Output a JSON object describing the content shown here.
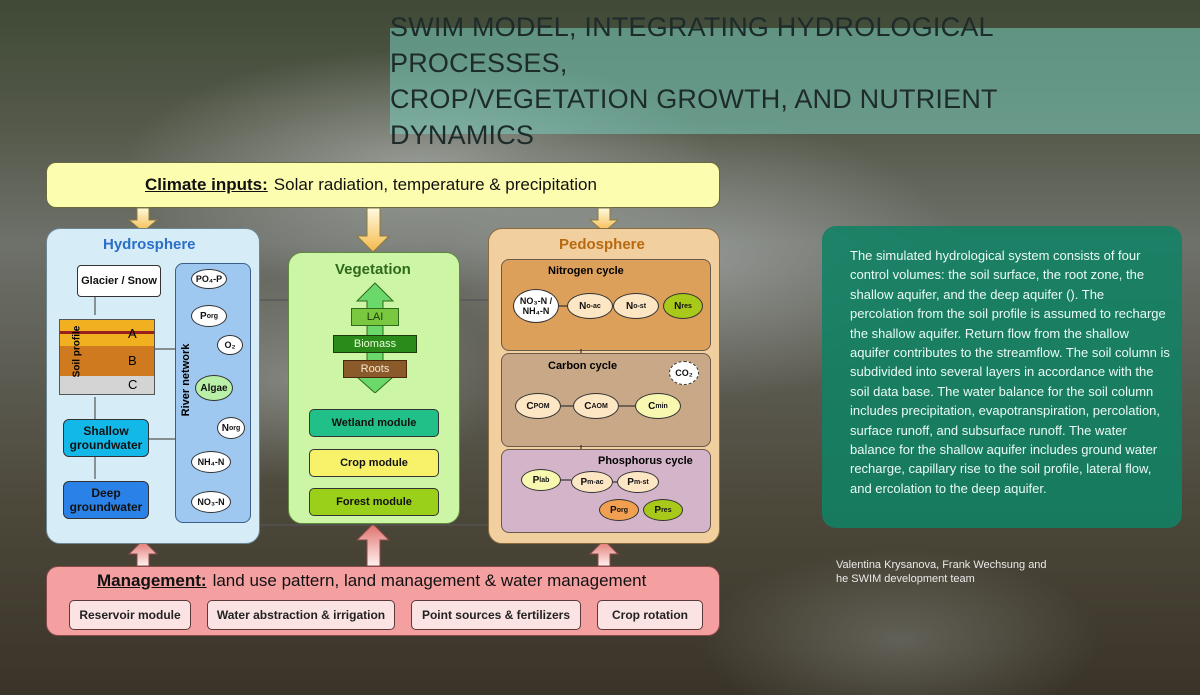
{
  "title": {
    "line1": "SWIM MODEL, INTEGRATING HYDROLOGICAL PROCESSES,",
    "line2": "CROP/VEGETATION GROWTH, AND NUTRIENT DYNAMICS"
  },
  "climate": {
    "label": "Climate inputs:",
    "text": "Solar radiation, temperature & precipitation"
  },
  "hydrosphere": {
    "title": "Hydrosphere",
    "glacier": "Glacier / Snow",
    "soil_profile": "Soil profile",
    "layer_a": "A",
    "layer_b": "B",
    "layer_c": "C",
    "shallow": "Shallow groundwater",
    "deep": "Deep groundwater",
    "river_network": "River network",
    "po4": "PO₄-P",
    "porg": "P",
    "porg_sub": "org",
    "o2": "O₂",
    "algae": "Algae",
    "norg": "N",
    "norg_sub": "org",
    "nh4": "NH₄-N",
    "no3": "NO₃-N"
  },
  "vegetation": {
    "title": "Vegetation",
    "lai": "LAI",
    "biomass": "Biomass",
    "roots": "Roots",
    "wetland": "Wetland module",
    "crop": "Crop module",
    "forest": "Forest module"
  },
  "pedosphere": {
    "title": "Pedosphere",
    "nitrogen_cycle": "Nitrogen cycle",
    "no3_nh4": "NO₃-N / NH₄-N",
    "no_ac": "N",
    "no_ac_sub": "o-ac",
    "no_st": "N",
    "no_st_sub": "o-st",
    "nres": "N",
    "nres_sub": "res",
    "carbon_cycle": "Carbon cycle",
    "co2": "CO₂",
    "cpom": "C",
    "cpom_sub": "POM",
    "caom": "C",
    "caom_sub": "AOM",
    "cmin": "C",
    "cmin_sub": "min",
    "phosphorus_cycle": "Phosphorus cycle",
    "plab": "P",
    "plab_sub": "lab",
    "pmac": "P",
    "pmac_sub": "m-ac",
    "pmst": "P",
    "pmst_sub": "m-st",
    "porg": "P",
    "porg_sub": "org",
    "pres": "P",
    "pres_sub": "res"
  },
  "management": {
    "label": "Management:",
    "text": "land use pattern, land management & water management",
    "buttons": [
      "Reservoir module",
      "Water abstraction & irrigation",
      "Point sources & fertilizers",
      "Crop rotation"
    ]
  },
  "info": {
    "text": "The simulated hydrological system consists of four control volumes: the soil surface, the root zone, the shallow aquifer, and the deep aquifer (). The percolation from the soil profile is assumed to recharge the shallow aquifer. Return flow from the shallow aquifer contributes to the streamflow. The soil column is subdivided into several layers in accordance with the soil data base. The water balance for the soil column includes precipitation, evapotranspiration, percolation, surface runoff, and subsurface runoff. The water balance for the shallow aquifer includes ground water recharge, capillary rise to the soil profile, lateral flow, and ercolation to the deep aquifer."
  },
  "credit": {
    "line1": "Valentina Krysanova, Frank Wechsung and",
    "line2": "he SWIM development team"
  },
  "colors": {
    "hydro_title": "#2a6fc9",
    "veg_title": "#2f6a1a",
    "pedo_title": "#b86a10",
    "info_bg": "#10826a"
  }
}
